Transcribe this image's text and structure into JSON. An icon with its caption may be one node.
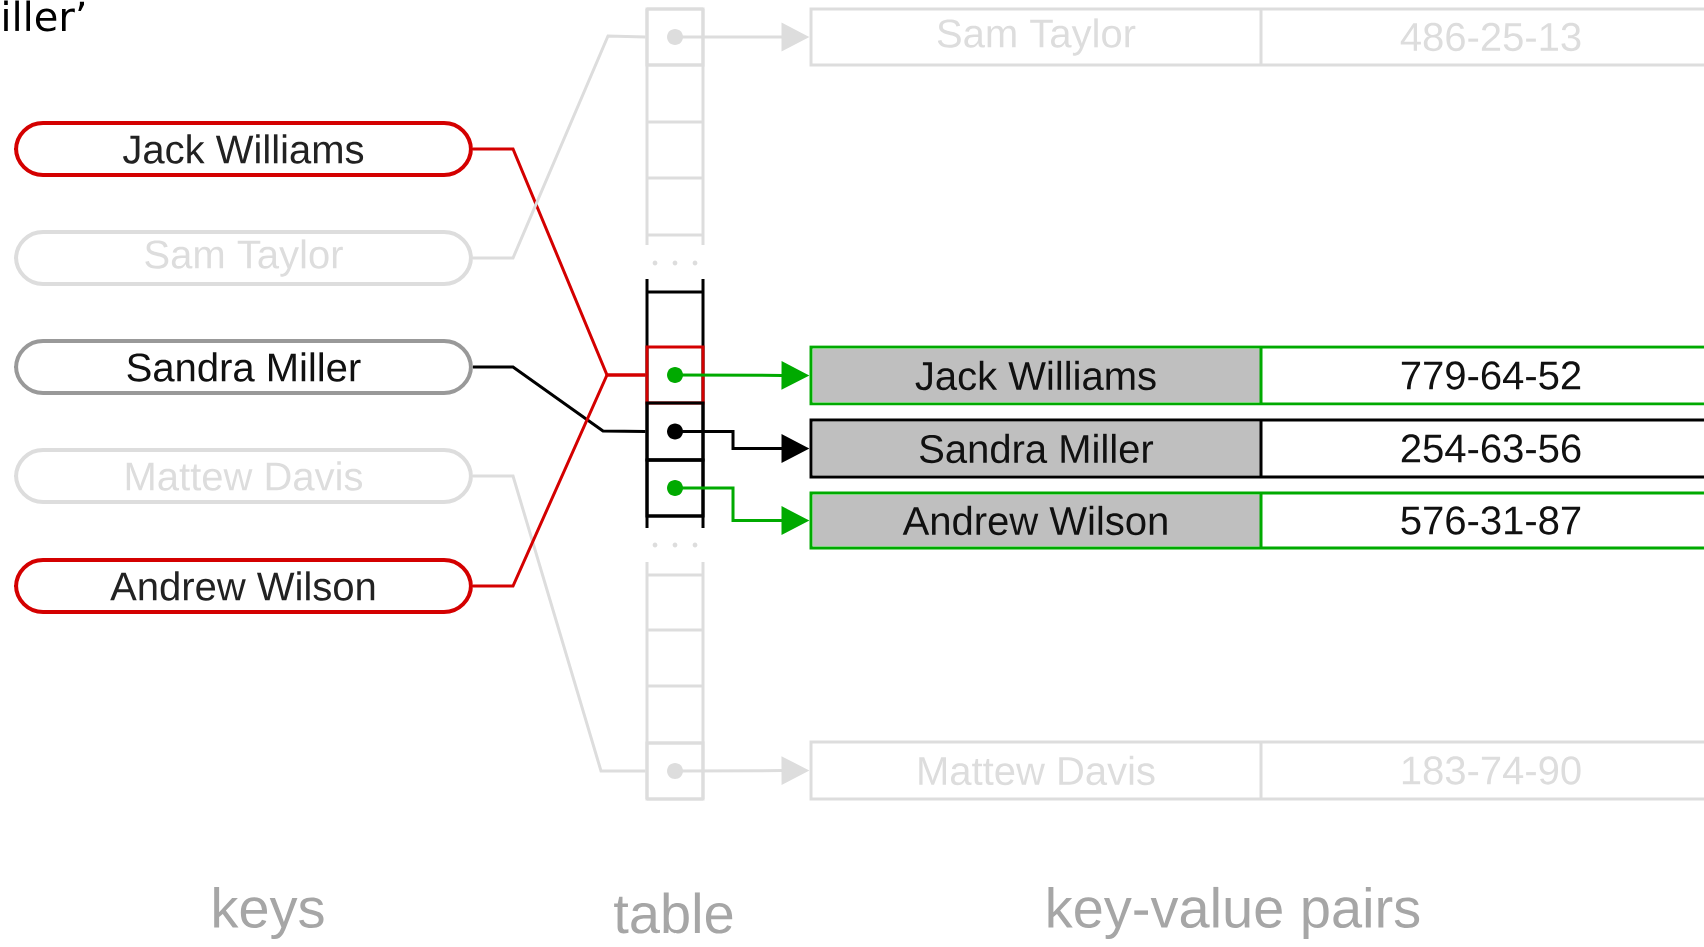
{
  "diagram": {
    "nodes": [
      {
        "text": [
          "Jack Williams"
        ]
      },
      {
        "text": [
          "Sam Taylor"
        ]
      },
      {
        "text": [
          "Sandra Miller"
        ]
      },
      {
        "text": [
          "Mattew Davis"
        ]
      },
      {
        "text": [
          "Andrew Wilson"
        ]
      },
      {
        "text": [],
        "shape": "box"
      },
      {
        "text": [],
        "shape": "box"
      },
      {
        "text": [],
        "shape": "box"
      },
      {
        "text": [],
        "shape": "box"
      },
      {
        "text": [],
        "shape": "box"
      },
      {
        "text": [
          "Sam Taylor",
          "486-25-13"
        ]
      },
      {
        "text": [
          "Jack Williams",
          "779-64-52"
        ]
      },
      {
        "text": [
          "Sandra Miller",
          "254-63-56"
        ]
      },
      {
        "text": [
          "Andrew Wilson",
          "576-31-87"
        ]
      },
      {
        "text": [
          "Mattew Davis",
          "183-74-90"
        ]
      }
    ],
    "edges": [
      {
        "from": 0,
        "to": 6,
        "arrow": "none",
        "color": "#d40000"
      },
      {
        "from": 1,
        "to": 5,
        "arrow": "none"
      },
      {
        "from": 2,
        "to": 7,
        "arrow": "none",
        "color": "#000000"
      },
      {
        "from": 3,
        "to": 9,
        "arrow": "none"
      },
      {
        "from": 4,
        "to": 6,
        "arrow": "none",
        "color": "#d40000"
      },
      {
        "from": 5,
        "to": 10,
        "arrow": "to"
      },
      {
        "from": 6,
        "to": 11,
        "arrow": "to",
        "color": "#00aa00"
      },
      {
        "from": 7,
        "to": 12,
        "arrow": "to",
        "color": "#000000"
      },
      {
        "from": 8,
        "to": 13,
        "arrow": "to",
        "color": "#00aa00"
      },
      {
        "from": 9,
        "to": 14,
        "arrow": "to"
      }
    ],
    "labels": [
      "iller’",
      "keys",
      "table",
      "key-value pairs"
    ]
  }
}
